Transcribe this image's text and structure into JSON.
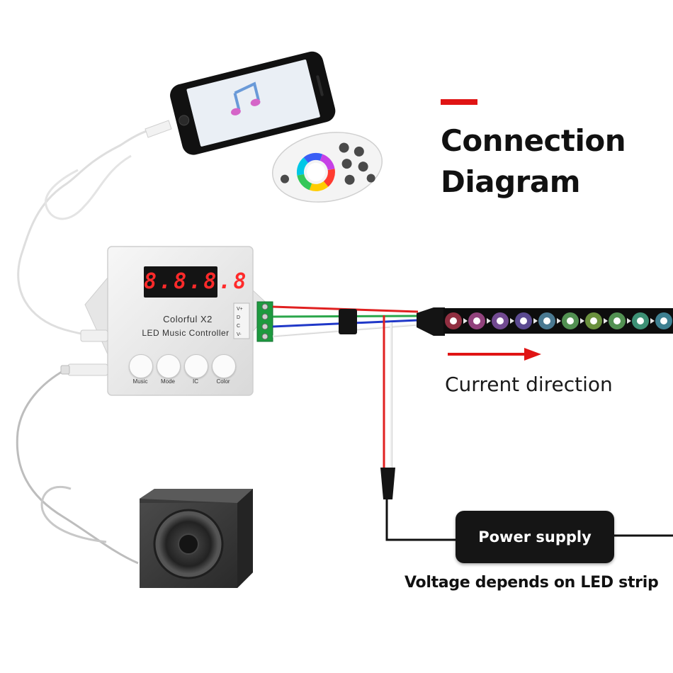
{
  "title": {
    "line1": "Connection",
    "line2": "Diagram",
    "accent_color": "#e01414"
  },
  "controller": {
    "display": "8.8.8.8",
    "name": "Colorful  X2",
    "subtitle": "LED Music Controller",
    "buttons": [
      "Music",
      "Mode",
      "IC",
      "Color"
    ],
    "terminals": [
      "V+",
      "D",
      "C",
      "V-"
    ]
  },
  "labels": {
    "current_direction": "Current direction",
    "power_supply": "Power supply",
    "voltage_note": "Voltage depends on LED strip"
  },
  "wire_colors": {
    "v_plus": "#e02020",
    "data": "#2aa64a",
    "clock": "#2038c8",
    "v_minus": "#f2f2f2",
    "mains": "#111111"
  },
  "icons": [
    "smartphone-icon",
    "music-note-icon",
    "remote-control-icon",
    "speaker-icon",
    "arrow-right-icon"
  ]
}
